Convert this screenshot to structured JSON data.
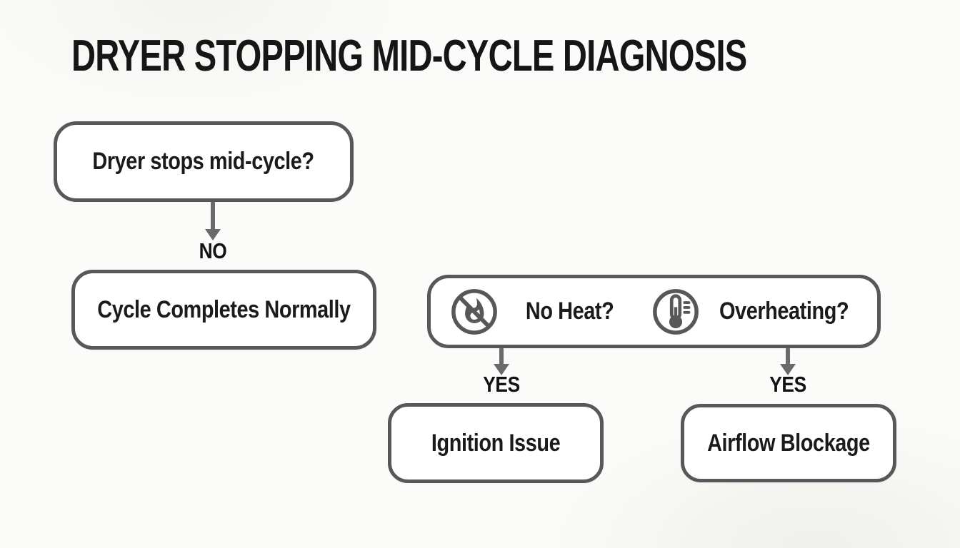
{
  "title": "DRYER STOPPING MID-CYCLE DIAGNOSIS",
  "flowchart": {
    "root": {
      "label": "Dryer stops mid-cycle?"
    },
    "no_branch": {
      "edge_label": "NO",
      "result": "Cycle Completes Normally"
    },
    "symptom_box": {
      "no_heat": {
        "icon": "no-fire-icon",
        "label": "No Heat?"
      },
      "overheating": {
        "icon": "thermometer-icon",
        "label": "Overheating?"
      }
    },
    "no_heat_branch": {
      "edge_label": "YES",
      "result": "Ignition Issue"
    },
    "overheating_branch": {
      "edge_label": "YES",
      "result": "Airflow Blockage"
    }
  },
  "colors": {
    "background": "#fbfbf9",
    "box_fill": "#ffffff",
    "box_border": "#58585b",
    "text": "#1b1b1b",
    "arrow": "#6a6a6a",
    "icon": "#58585b"
  }
}
